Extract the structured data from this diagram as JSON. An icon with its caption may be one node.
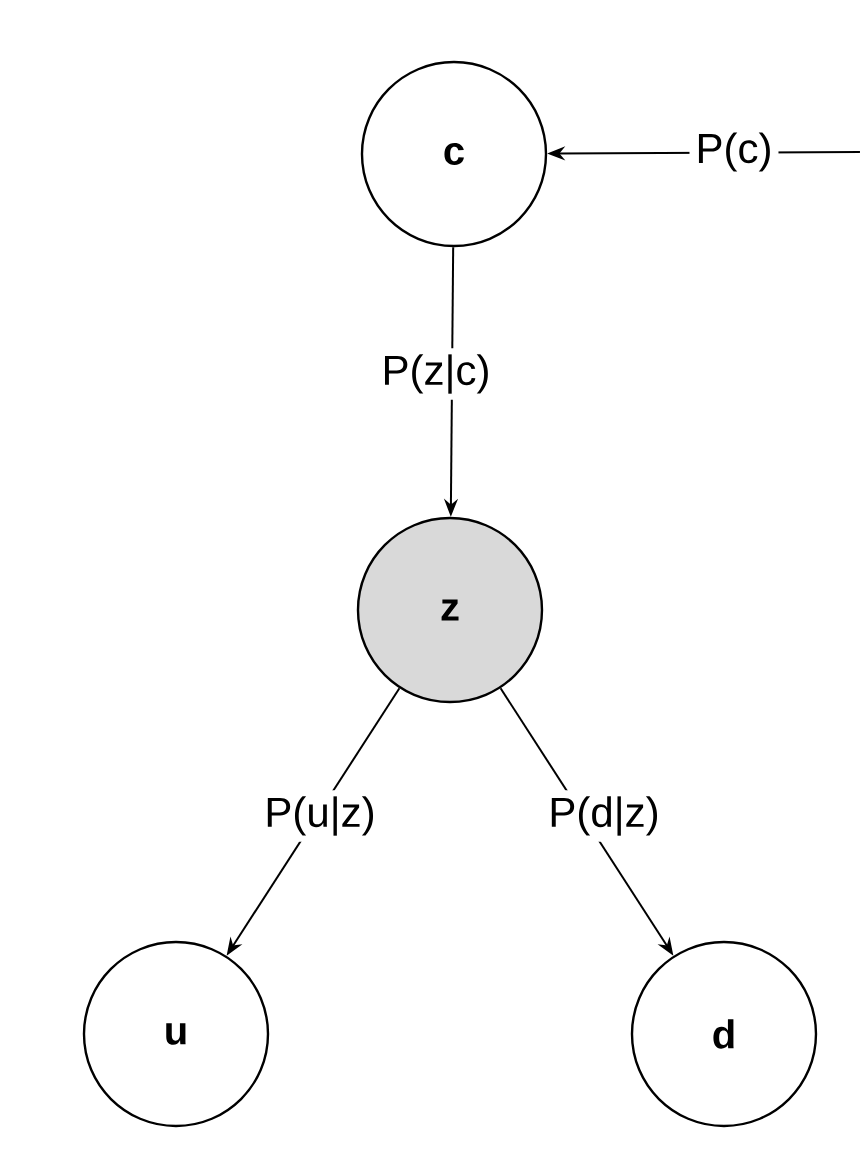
{
  "diagram": {
    "nodes": [
      {
        "text": [
          "c"
        ]
      },
      {
        "text": [
          "z"
        ]
      },
      {
        "text": [
          "u"
        ]
      },
      {
        "text": [
          "d"
        ]
      }
    ],
    "edges": [
      {
        "from": null,
        "to": 0,
        "arrow": "to",
        "label": "P(c)"
      },
      {
        "from": 0,
        "to": 1,
        "arrow": "to",
        "label": "P(z|c)"
      },
      {
        "from": 1,
        "to": 2,
        "arrow": "to",
        "label": "P(u|z)"
      },
      {
        "from": 1,
        "to": 3,
        "arrow": "to",
        "label": "P(d|z)"
      }
    ]
  }
}
